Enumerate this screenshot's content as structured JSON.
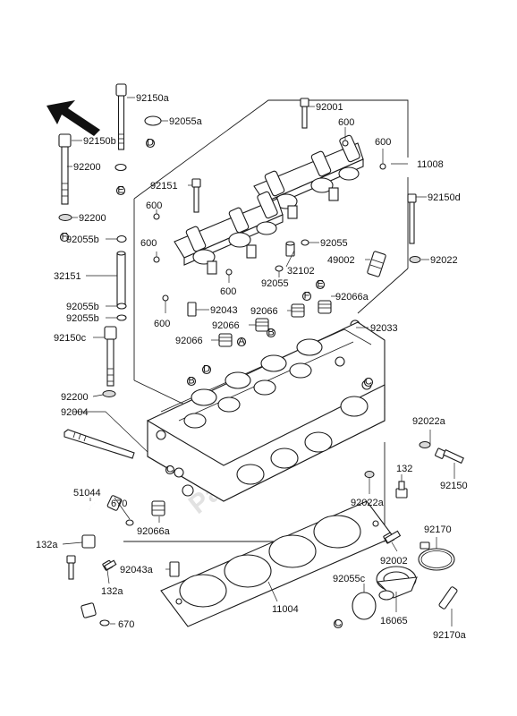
{
  "watermark": "PartsRepublik",
  "labels": {
    "p92150a": "92150a",
    "p92055a": "92055a",
    "p92150b": "92150b",
    "p92200_top": "92200",
    "p92200_mid": "92200",
    "p92055b_1": "92055b",
    "p32151": "32151",
    "p92055b_2": "92055b",
    "p92055b_3": "92055b",
    "p92150c": "92150c",
    "p92200_low": "92200",
    "p92004": "92004",
    "p51044": "51044",
    "p670_a": "670",
    "p132a_1": "132a",
    "p132a_2": "132a",
    "p670_b": "670",
    "p92001": "92001",
    "p600_1": "600",
    "p600_2": "600",
    "p11008": "11008",
    "p92151": "92151",
    "p600_3": "600",
    "p600_4": "600",
    "p600_5": "600",
    "p600_6": "600",
    "p92055_1": "92055",
    "p32102": "32102",
    "p92055_2": "92055",
    "p92043": "92043",
    "p92150d": "92150d",
    "p49002": "49002",
    "p92022": "92022",
    "p92066_1": "92066",
    "p92066a_1": "92066a",
    "p92066_2": "92066",
    "p92066_3": "92066",
    "p92033": "92033",
    "p92022a_1": "92022a",
    "p92150": "92150",
    "p132": "132",
    "p92022a_2": "92022a",
    "p92066a_2": "92066a",
    "p92043a": "92043a",
    "p11004": "11004",
    "p92002": "92002",
    "p92170": "92170",
    "p92055c": "92055c",
    "p16065": "16065",
    "p92170a": "92170a"
  },
  "markers": {
    "m_d_1": "D",
    "m_e": "E",
    "m_f": "F",
    "m_c_1": "C",
    "m_a": "A",
    "m_b_1": "B",
    "m_b_2": "B",
    "m_d_2": "D",
    "m_f_2": "F",
    "m_e_2": "E",
    "m_c_2": "C",
    "m_c_3": "C"
  }
}
